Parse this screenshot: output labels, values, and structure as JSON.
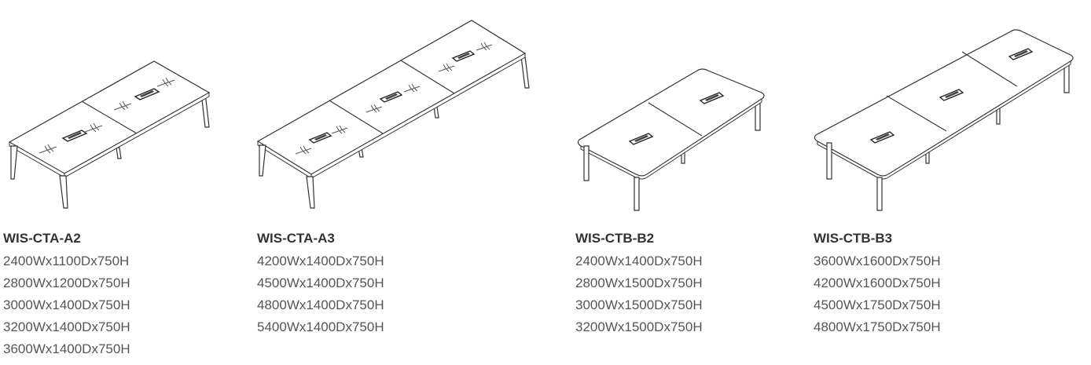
{
  "products": [
    {
      "model": "WIS-CTA-A2",
      "sizes": [
        "2400Wx1100Dx750H",
        "2800Wx1200Dx750H",
        "3000Wx1400Dx750H",
        "3200Wx1400Dx750H",
        "3600Wx1400Dx750H"
      ]
    },
    {
      "model": "WIS-CTA-A3",
      "sizes": [
        "4200Wx1400Dx750H",
        "4500Wx1400Dx750H",
        "4800Wx1400Dx750H",
        "5400Wx1400Dx750H"
      ]
    },
    {
      "model": "WIS-CTB-B2",
      "sizes": [
        "2400Wx1400Dx750H",
        "2800Wx1500Dx750H",
        "3000Wx1500Dx750H",
        "3200Wx1500Dx750H"
      ]
    },
    {
      "model": "WIS-CTB-B3",
      "sizes": [
        "3600Wx1600Dx750H",
        "4200Wx1600Dx750H",
        "4500Wx1750Dx750H",
        "4800Wx1750Dx750H"
      ]
    }
  ]
}
